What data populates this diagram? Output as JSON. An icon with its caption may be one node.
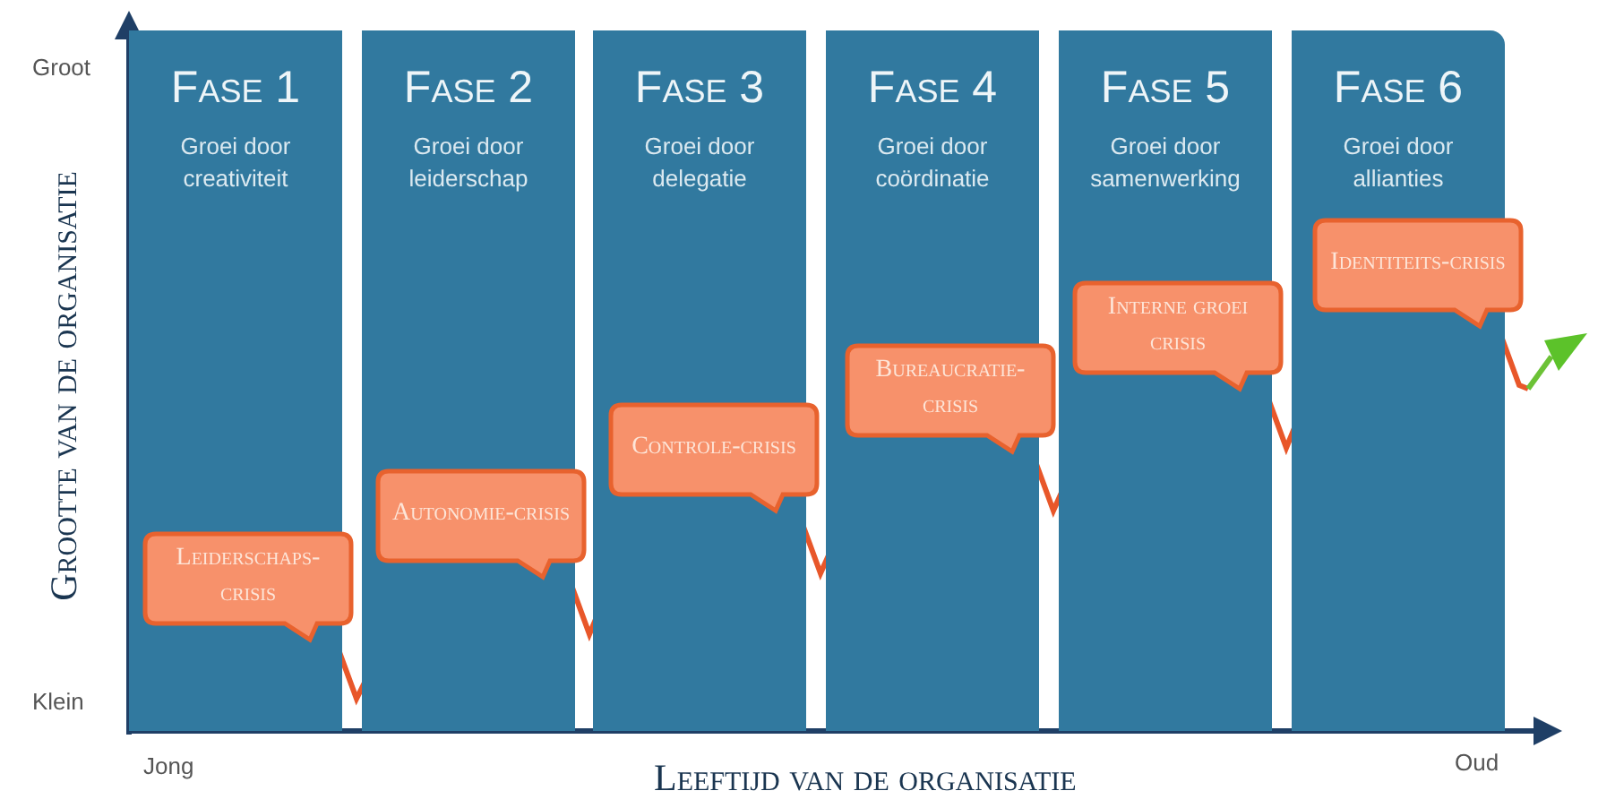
{
  "diagram": {
    "nodes": [
      {
        "text": [
          "Fase 1",
          "Groei door creativiteit"
        ]
      },
      {
        "text": [
          "Fase 2",
          "Groei door leiderschap"
        ]
      },
      {
        "text": [
          "Fase 3",
          "Groei door delegatie"
        ]
      },
      {
        "text": [
          "Fase 4",
          "Groei door coördinatie"
        ]
      },
      {
        "text": [
          "Fase 5",
          "Groei door samenwerking"
        ]
      },
      {
        "text": [
          "Fase 6",
          "Groei door allianties"
        ]
      },
      {
        "text": [
          "Leiderschaps-crisis"
        ],
        "in": 0
      },
      {
        "text": [
          "Autonomie-crisis"
        ],
        "in": 1
      },
      {
        "text": [
          "Controle-crisis"
        ],
        "in": 2
      },
      {
        "text": [
          "Bureaucratie-crisis"
        ],
        "in": 3
      },
      {
        "text": [
          "Interne groei crisis"
        ],
        "in": 4
      },
      {
        "text": [
          "Identiteits-crisis"
        ],
        "in": 5
      }
    ],
    "labels": [
      "Groot",
      "Grootte van de organisatie",
      "Klein",
      "Jong",
      "Leeftijd van de organisatie",
      "Oud"
    ]
  }
}
